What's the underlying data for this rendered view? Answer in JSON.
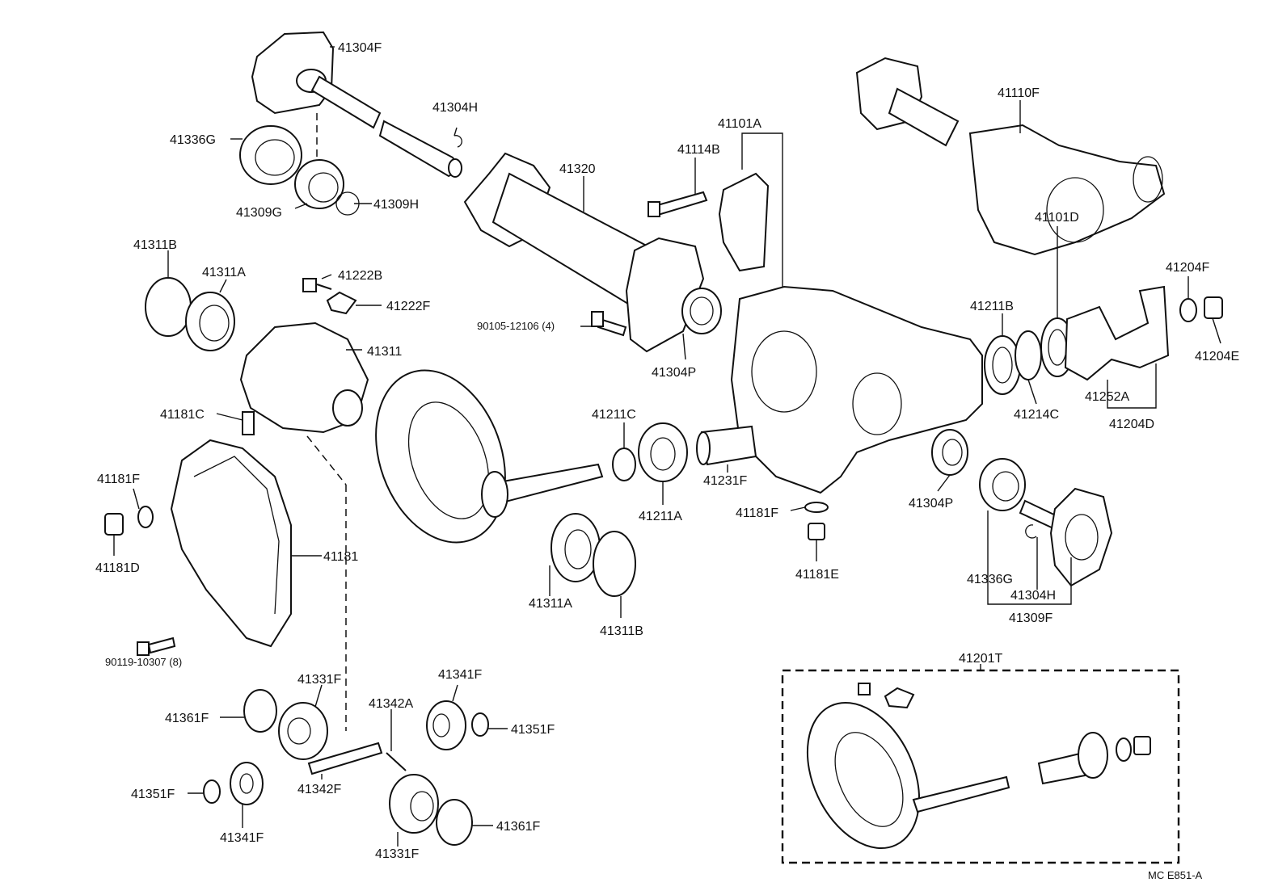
{
  "diagram": {
    "labels": {
      "p41304F_top": "41304F",
      "p41304H_top": "41304H",
      "p41336G_top": "41336G",
      "p41309G": "41309G",
      "p41309H": "41309H",
      "p41320": "41320",
      "p41101A": "41101A",
      "p41114B": "41114B",
      "p41110F": "41110F",
      "p41311B_left": "41311B",
      "p41311A_left": "41311A",
      "p41222B": "41222B",
      "p41222F": "41222F",
      "p41311": "41311",
      "p90105": "90105-12106 (4)",
      "p41304P_mid": "41304P",
      "p41211B": "41211B",
      "p41101D": "41101D",
      "p41204F": "41204F",
      "p41204E": "41204E",
      "p41252A": "41252A",
      "p41214C": "41214C",
      "p41204D": "41204D",
      "p41181C": "41181C",
      "p41211C": "41211C",
      "p41211A": "41211A",
      "p41231F": "41231F",
      "p41304P_right": "41304P",
      "p41181F_left": "41181F",
      "p41181D": "41181D",
      "p41181": "41181",
      "p41181F_mid": "41181F",
      "p41181E": "41181E",
      "p41336G_right": "41336G",
      "p41304H_right": "41304H",
      "p41309F": "41309F",
      "p41311A_bottom": "41311A",
      "p41311B_bottom": "41311B",
      "p90119": "90119-10307 (8)",
      "p41201T": "41201T",
      "p41331F_top": "41331F",
      "p41342A": "41342A",
      "p41341F_top": "41341F",
      "p41361F_left": "41361F",
      "p41351F_right": "41351F",
      "p41351F_left": "41351F",
      "p41342F": "41342F",
      "p41341F_bottom": "41341F",
      "p41361F_right": "41361F",
      "p41331F_bottom": "41331F",
      "catalog_code": "MC E851-A"
    }
  }
}
